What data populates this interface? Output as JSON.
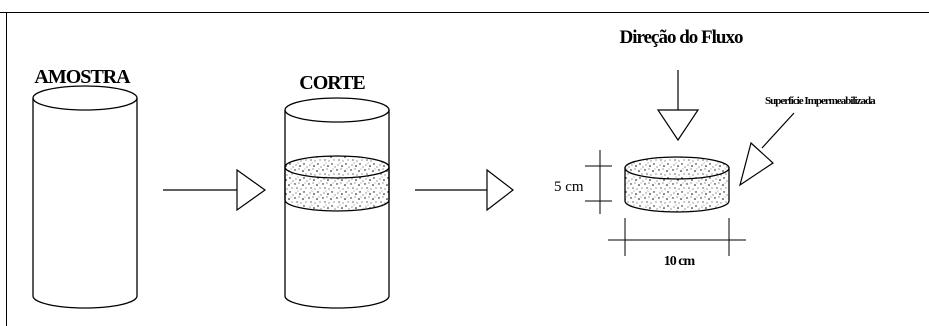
{
  "labels": {
    "sample": "AMOSTRA",
    "cut": "CORTE",
    "flow_direction": "Direção do Fluxo",
    "sealed_surface": "Superfície Impermeabilizada",
    "height_dim": "5 cm",
    "diameter_dim": "10 cm"
  }
}
